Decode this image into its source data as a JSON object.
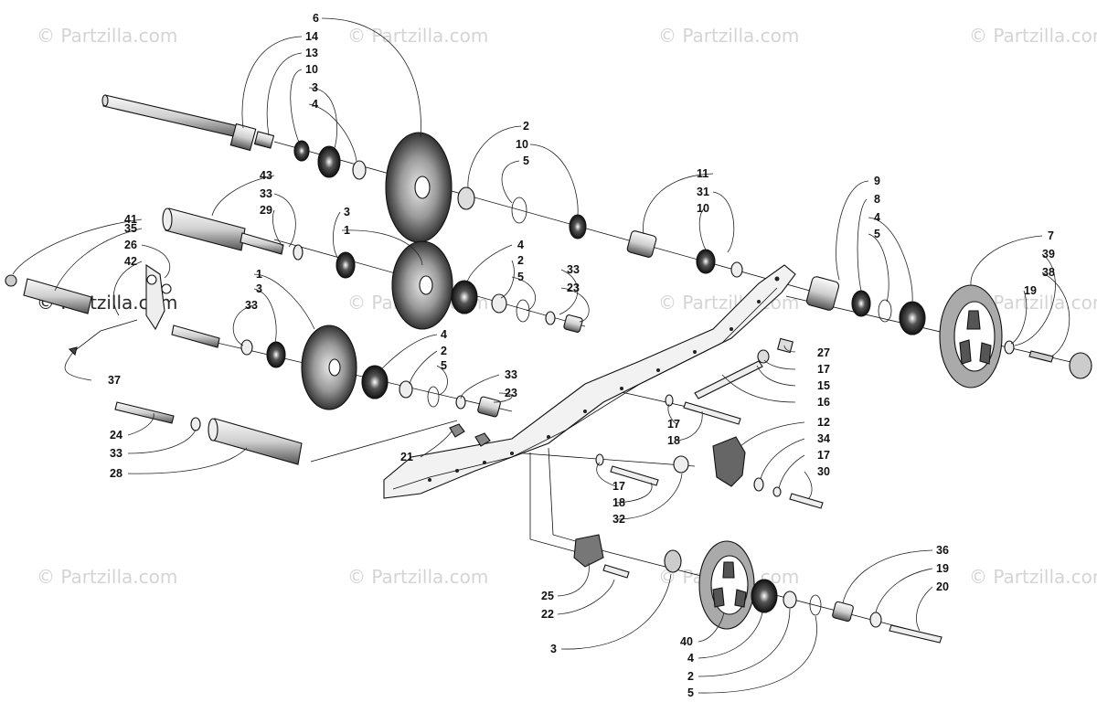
{
  "watermark": "© Partzilla.com",
  "callouts": [
    "1",
    "2",
    "3",
    "4",
    "5",
    "6",
    "7",
    "8",
    "9",
    "10",
    "11",
    "12",
    "13",
    "14",
    "15",
    "16",
    "17",
    "18",
    "19",
    "20",
    "21",
    "22",
    "23",
    "24",
    "25",
    "26",
    "27",
    "28",
    "29",
    "30",
    "31",
    "32",
    "33",
    "34",
    "35",
    "36",
    "37",
    "38",
    "39",
    "40",
    "41",
    "42",
    "43"
  ]
}
